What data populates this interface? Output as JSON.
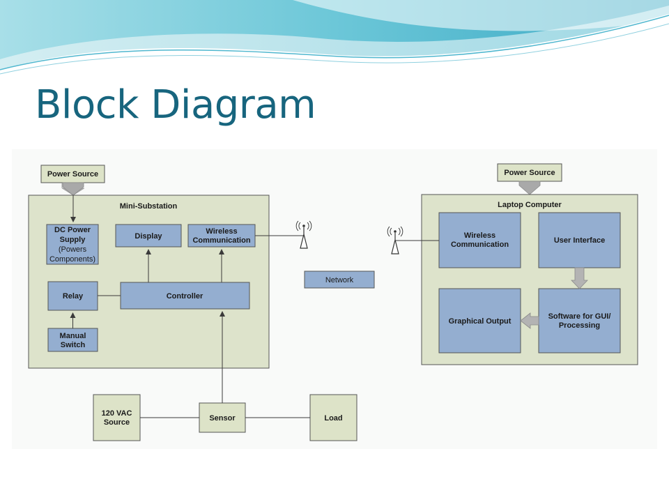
{
  "title": "Block Diagram",
  "colors": {
    "title": "#17657e",
    "block_blue": "#94aed0",
    "block_beige": "#dde3c8",
    "container": "#dde3cb",
    "line": "#3a3a3a"
  },
  "mini_substation": {
    "power_source": "Power Source",
    "container_label": "Mini-Substation",
    "dc_power_supply": {
      "line1": "DC Power",
      "line2": "Supply",
      "line3": "(Powers",
      "line4": "Components)"
    },
    "display": "Display",
    "wireless_communication": {
      "line1": "Wireless",
      "line2": "Communication"
    },
    "relay": "Relay",
    "controller": "Controller",
    "manual_switch": {
      "line1": "Manual",
      "line2": "Switch"
    },
    "vac_source": {
      "line1": "120 VAC",
      "line2": "Source"
    },
    "sensor": "Sensor",
    "load": "Load"
  },
  "network": "Network",
  "laptop": {
    "power_source": "Power Source",
    "container_label": "Laptop Computer",
    "wireless_communication": {
      "line1": "Wireless",
      "line2": "Communication"
    },
    "user_interface": "User Interface",
    "graphical_output": "Graphical Output",
    "software": {
      "line1": "Software for GUI/",
      "line2": "Processing"
    }
  }
}
